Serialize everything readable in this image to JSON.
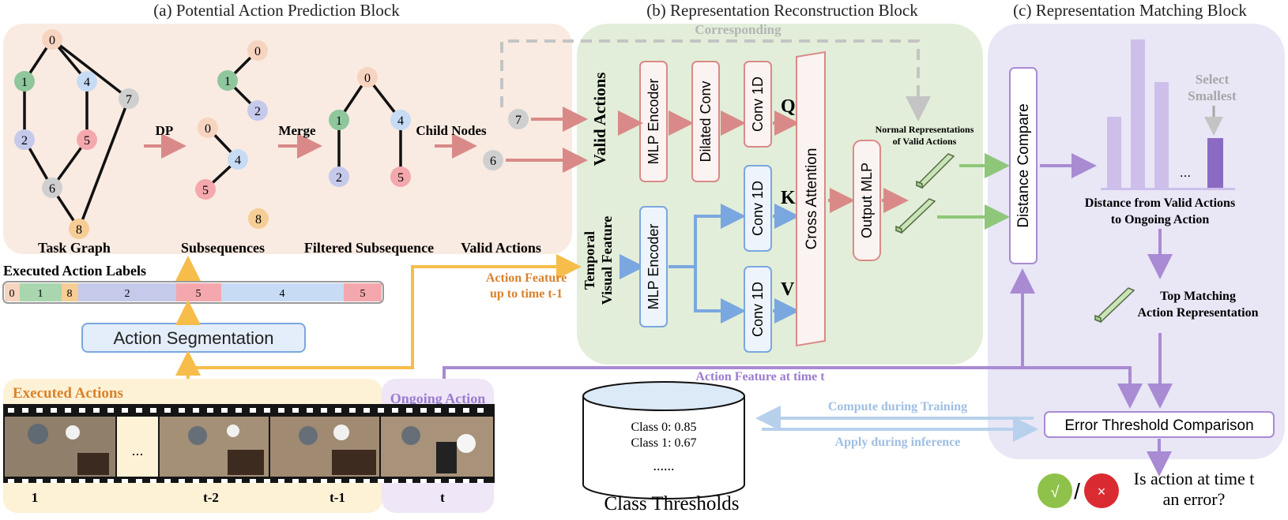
{
  "sections": {
    "a_title": "(a) Potential Action Prediction Block",
    "b_title": "(b) Representation Reconstruction Block",
    "c_title": "(c) Representation Matching Block"
  },
  "graph_labels": {
    "task_graph": "Task Graph",
    "subsequences": "Subsequences",
    "filtered": "Filtered Subsequence",
    "valid_actions": "Valid Actions",
    "dp": "DP",
    "merge": "Merge",
    "child_nodes": "Child Nodes"
  },
  "nodes": {
    "n0": "0",
    "n1": "1",
    "n2": "2",
    "n4": "4",
    "n5": "5",
    "n6": "6",
    "n7": "7",
    "n8": "8"
  },
  "executed_labels": {
    "title": "Executed Action Labels",
    "segments": [
      "0",
      "1",
      "8",
      "2",
      "5",
      "4",
      "5"
    ]
  },
  "segmentation": "Action Segmentation",
  "video": {
    "executed": "Executed Actions",
    "ongoing": "Ongoing Action",
    "ellipsis": "...",
    "frame_labels": [
      "1",
      "t-2",
      "t-1",
      "t"
    ]
  },
  "action_feature_prev": [
    "Action Feature",
    "up to time t-1"
  ],
  "action_feature_t": "Action Feature at time t",
  "block_b": {
    "corresponding": "Corresponding",
    "valid_actions": "Valid Actions",
    "temporal_visual": [
      "Temporal",
      "Visual Feature"
    ],
    "mlp_encoder": "MLP Encoder",
    "dilated_conv": "Dilated Conv",
    "conv1d": "Conv 1D",
    "q": "Q",
    "k": "K",
    "v": "V",
    "cross_attention": "Cross Attention",
    "output_mlp": "Output MLP",
    "normal_repr": [
      "Normal Representations",
      "of Valid Actions"
    ]
  },
  "block_c": {
    "distance_compare": "Distance Compare",
    "select_smallest": [
      "Select",
      "Smallest"
    ],
    "bars_ellipsis": "...",
    "distance_caption": [
      "Distance from Valid Actions",
      "to Ongoing Action"
    ],
    "top_matching": [
      "Top Matching",
      "Action Representation"
    ]
  },
  "thresholds": {
    "class0": "Class 0: 0.85",
    "class1": "Class 1: 0.67",
    "dots": "......",
    "title": "Class Thresholds",
    "compute": "Compute during Training",
    "apply": "Apply during inference"
  },
  "comparison": "Error Threshold Comparison",
  "question": [
    "Is action at time t",
    "an error?"
  ],
  "check_symbol": "√",
  "cross_symbol": "×",
  "slash": "/",
  "colors": {
    "peach_bg": "#f9ebe2",
    "green_bg": "#e2eed9",
    "lavender_bg": "#e9e6f6",
    "red_arrow": "#d98a88",
    "blue_arrow": "#7aa7e0",
    "green_arrow": "#8ec77a",
    "purple_arrow": "#a98bd3",
    "orange_arrow": "#f6bd4a"
  }
}
